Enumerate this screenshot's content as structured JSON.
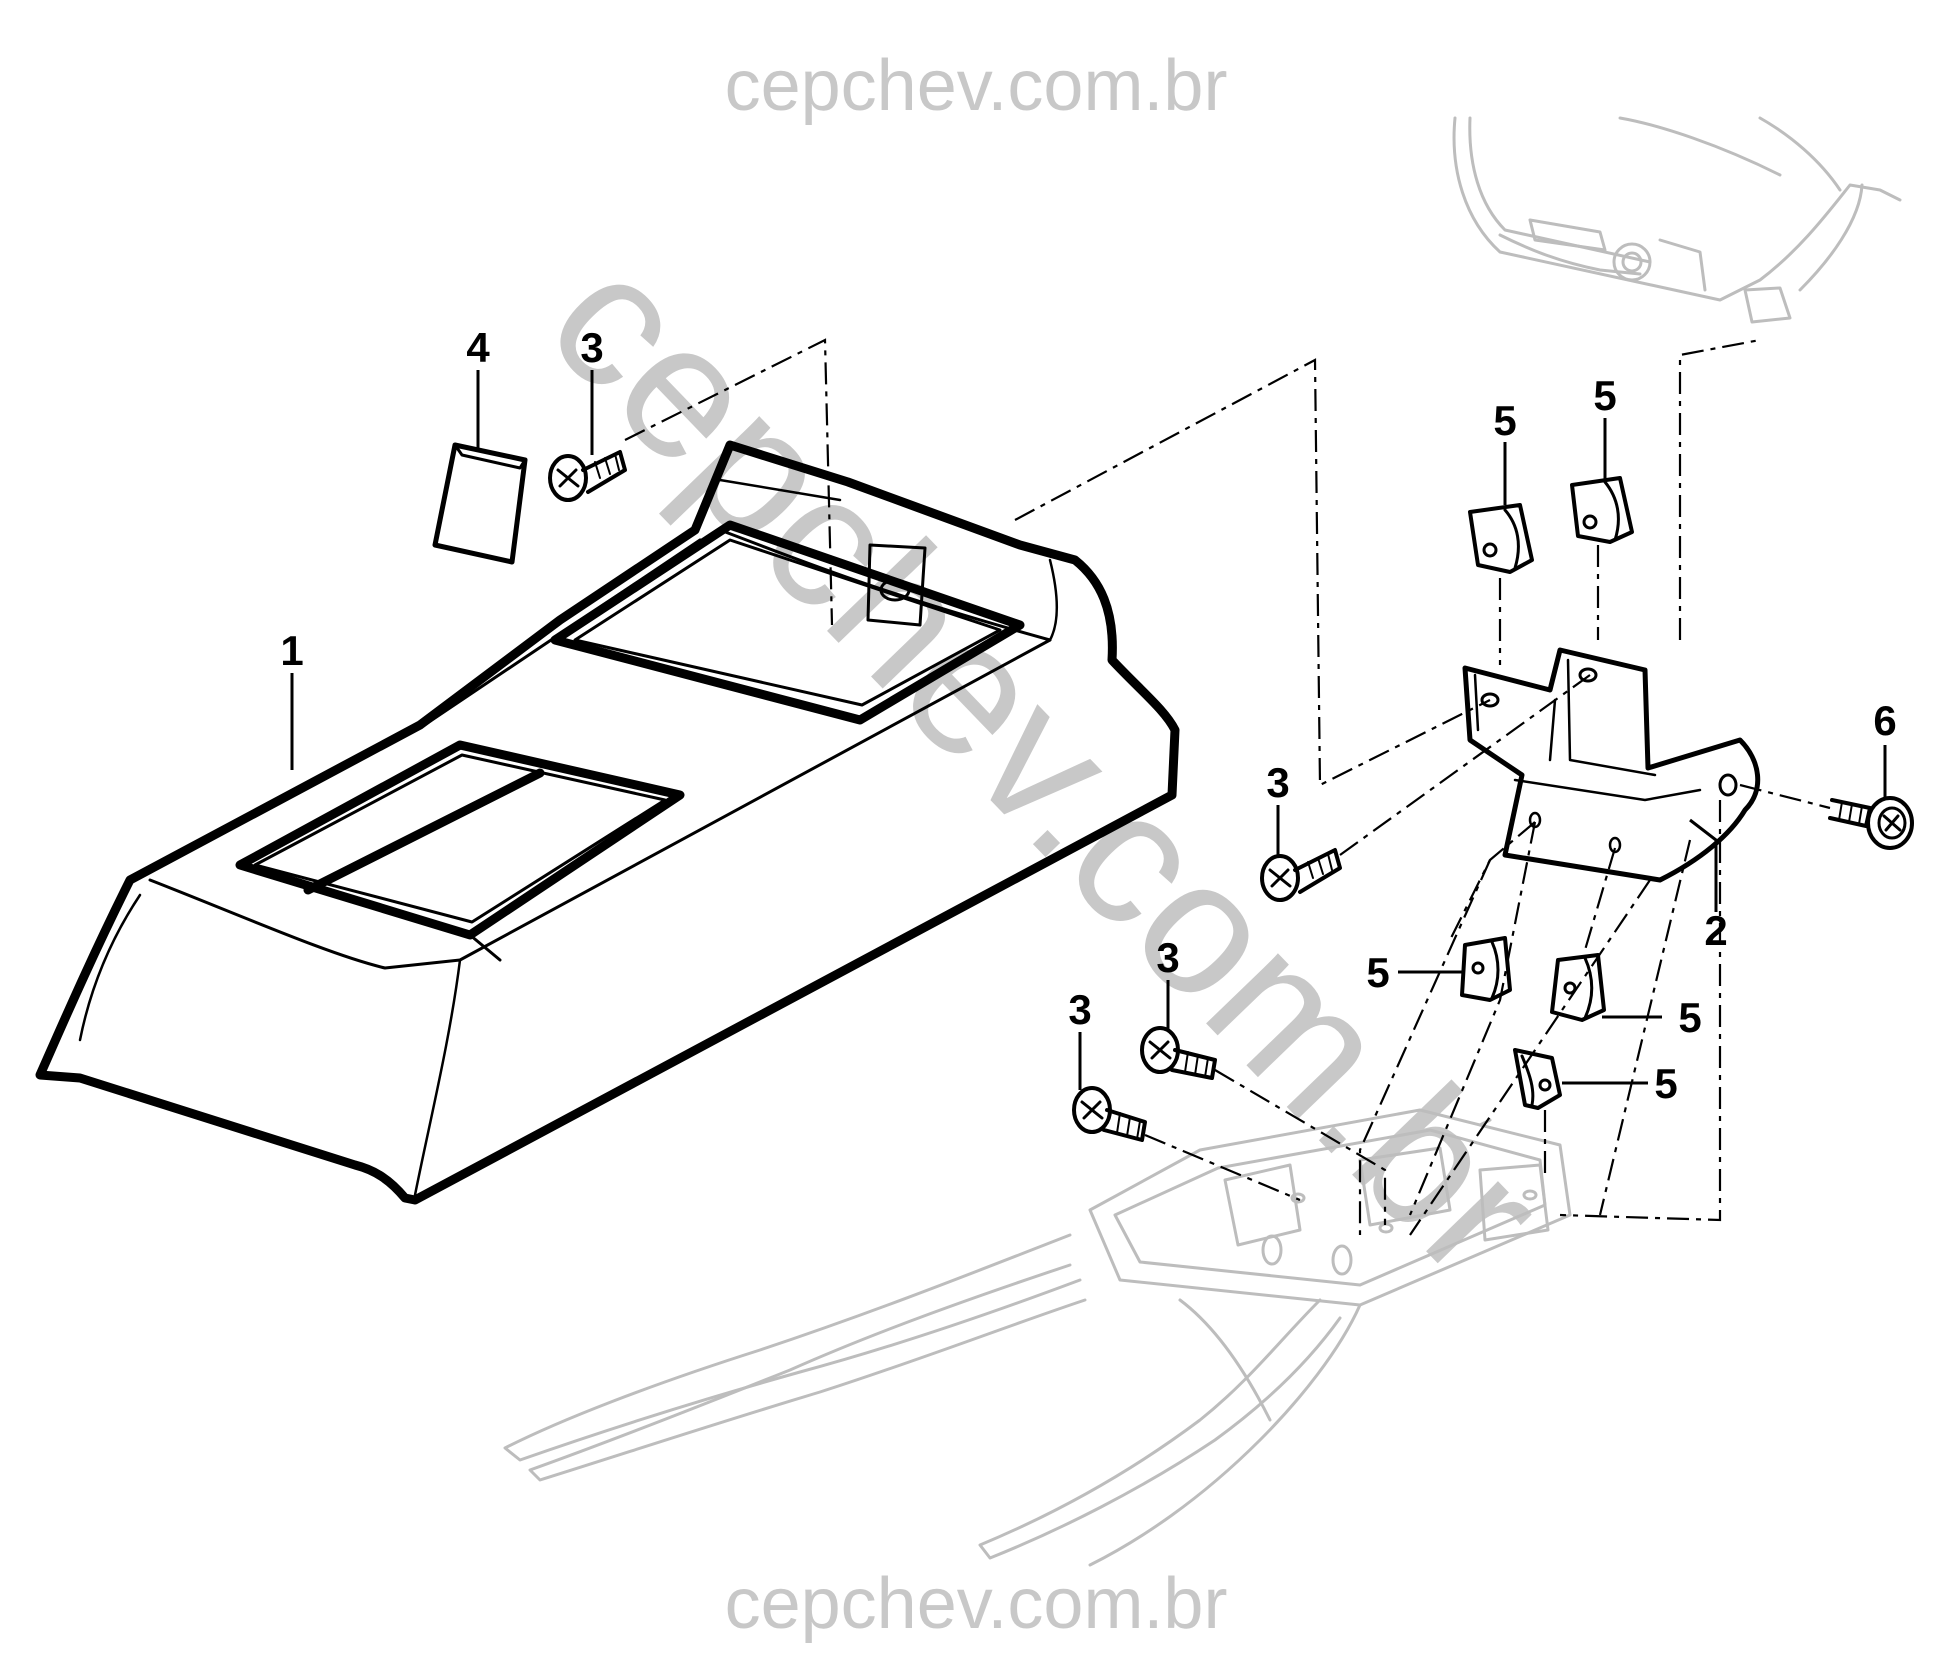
{
  "watermark": {
    "top": "cepchev.com.br",
    "diagonal": "cepchev.com.br",
    "bottom": "cepchev.com.br",
    "color": "#c8c8c8"
  },
  "callouts": {
    "console": "1",
    "bracket": "2",
    "screw_top": "3",
    "screw_bracket": "3",
    "screw_lower_a": "3",
    "screw_lower_b": "3",
    "cap": "4",
    "clip_top_left": "5",
    "clip_top_right": "5",
    "clip_mid_left": "5",
    "clip_mid_right": "5",
    "clip_lower": "5",
    "bolt": "6"
  },
  "colors": {
    "line": "#000000",
    "ghost_line": "#bdbdbd",
    "background": "#ffffff"
  }
}
